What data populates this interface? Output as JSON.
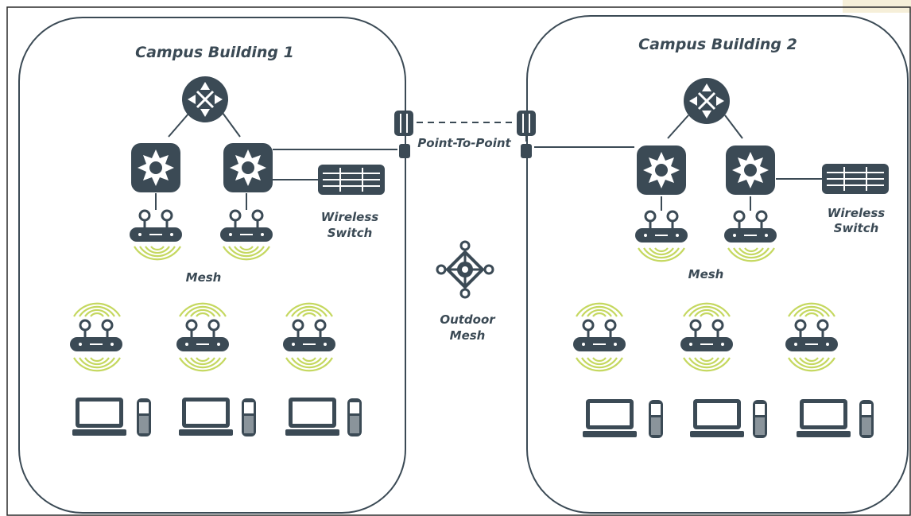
{
  "buildings": [
    {
      "title": "Campus Building 1",
      "mesh_label": "Mesh",
      "switch_label": [
        "Wireless",
        "Switch"
      ]
    },
    {
      "title": "Campus Building 2",
      "mesh_label": "Mesh",
      "switch_label": [
        "Wireless",
        "Switch"
      ]
    }
  ],
  "link_label": "Point-To-Point",
  "outdoor_label": [
    "Outdoor",
    "Mesh"
  ],
  "colors": {
    "device": "#3b4a55",
    "signal": "#c5d860",
    "frame": "#2a2a2a",
    "corner_accent": "#f6efd9"
  }
}
